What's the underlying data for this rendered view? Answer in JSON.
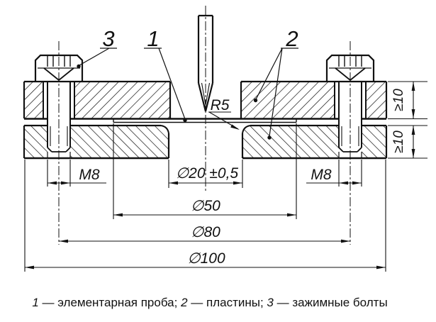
{
  "drawing": {
    "part_labels": {
      "specimen": "1",
      "plates": "2",
      "bolts": "3"
    },
    "dims": {
      "radius": "R5",
      "thread_left": "M8",
      "thread_right": "M8",
      "die_hole": "∅20 ±0,5",
      "specimen_dia": "∅50",
      "bolt_circle": "∅80",
      "outer_dia": "∅100",
      "plate_thickness_top": "≥10",
      "plate_thickness_bottom": "≥10"
    },
    "caption": {
      "n1": "1",
      "t1": " — элементарная проба; ",
      "n2": "2",
      "t2": " — пластины; ",
      "n3": "3",
      "t3": " — зажимные болты"
    },
    "colors": {
      "line": "#111111",
      "background": "#ffffff"
    }
  }
}
